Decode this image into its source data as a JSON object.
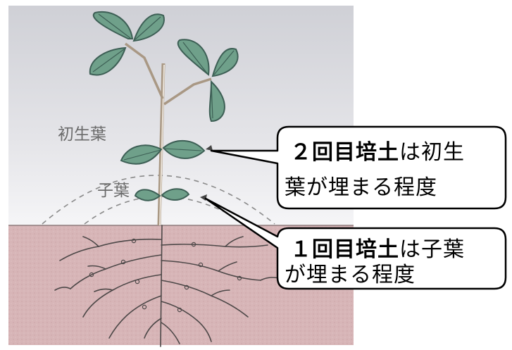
{
  "labels": {
    "primary_leaf": "初生葉",
    "cotyledon": "子葉"
  },
  "callout_second": {
    "line1_bold": "２回目培土",
    "line1_rest": "は初生",
    "line2": "葉が埋まる程度"
  },
  "callout_first": {
    "line1_bold": "１回目培土",
    "line1_rest": "は子葉",
    "line2": "が埋まる程度"
  },
  "colors": {
    "sky_top": "#d2d3d8",
    "sky_bottom": "#f4f4f6",
    "soil": "#d8b6b8",
    "leaf_fill": "#6fa08a",
    "leaf_stroke": "#3d5f55",
    "stem": "#c7b9a8",
    "root": "#4e4a4a"
  }
}
